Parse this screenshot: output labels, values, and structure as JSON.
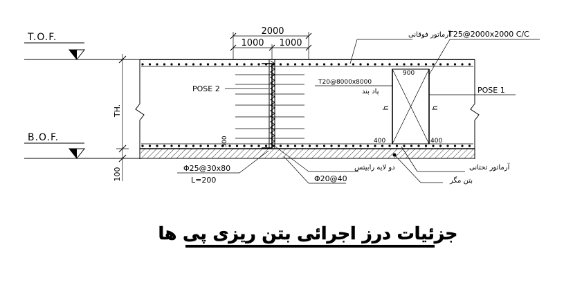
{
  "levels": {
    "top": "T.O.F.",
    "bottom": "B.O.F."
  },
  "dimensions": {
    "overall": "2000",
    "half_left": "1000",
    "half_right": "1000",
    "thickness": "TH.",
    "blinding": "100",
    "lap": "300",
    "h_left": "h",
    "h_right": "h",
    "box_top": "900",
    "box_bottom_left": "400",
    "box_bottom_right": "400"
  },
  "labels": {
    "top_reinforcement": "آرماتور فوقانی",
    "spec_top": "T25@2000x2000 C/C",
    "pose_2": "POSE 2",
    "pose_1": "POSE 1",
    "chair_spec": "T20@8000x8000",
    "chair_name": "پاد بند",
    "dowel_spec": "Φ25@30x80",
    "dowel_length": "L=200",
    "double_layer": "دو لایه رابیتس",
    "phi_spec": "Φ20@40",
    "bottom_reinforcement": "آرماتور تحتانی",
    "lean_concrete": "بتن مگر"
  },
  "title": "جزئیات درز اجرائی بتن ریزی پی ها"
}
